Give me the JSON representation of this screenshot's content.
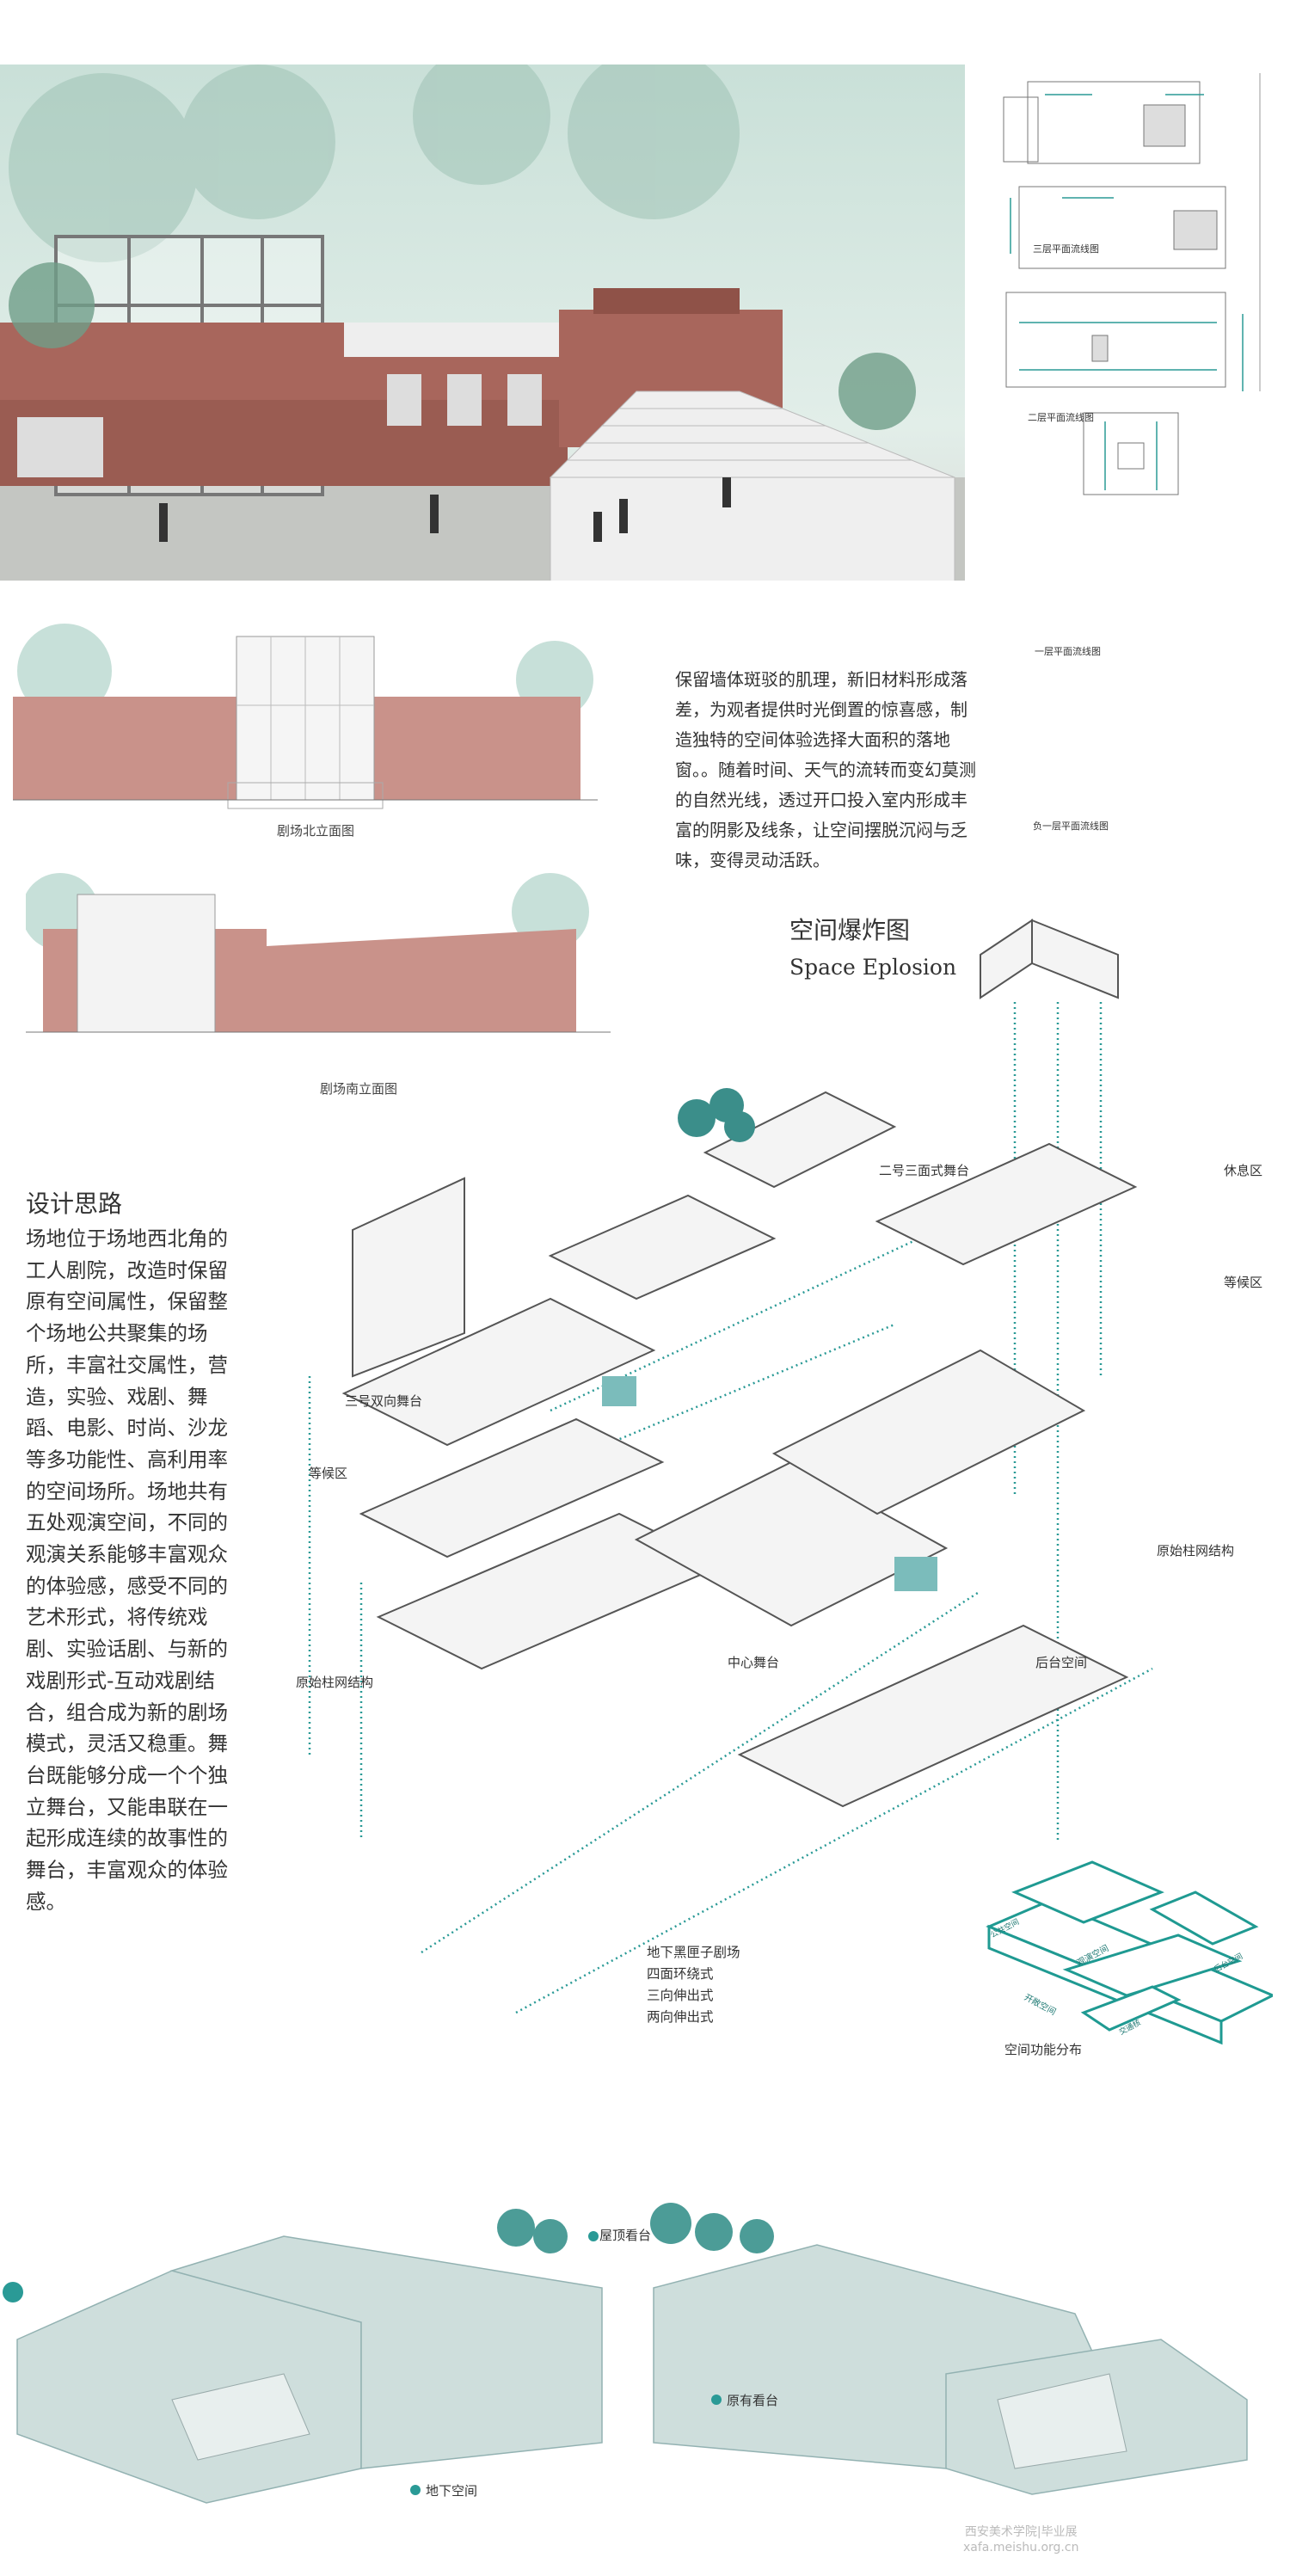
{
  "colors": {
    "accent": "#2a9a96",
    "brick": "#a8665c",
    "mint_sky": "#d3e6df",
    "glass": "#c9dbd9"
  },
  "plans": {
    "third_floor": "三层平面流线图",
    "second_floor": "二层平面流线图",
    "first_floor": "一层平面流线图",
    "basement": "负一层平面流线图"
  },
  "elevations": {
    "north": "剧场北立面图",
    "south": "剧场南立面图"
  },
  "material_text": "保留墙体斑驳的肌理，新旧材料形成落差，为观者提供时光倒置的惊喜感，制造独特的空间体验选择大面积的落地窗。。随着时间、天气的流转而变幻莫测的自然光线，透过开口投入室内形成丰富的阴影及线条，让空间摆脱沉闷与乏味，变得灵动活跃。",
  "explosion": {
    "title_cn": "空间爆炸图",
    "title_en": "Space Eplosion",
    "labels": {
      "stage2": "二号三面式舞台",
      "lounge": "休息区",
      "waiting_right": "等候区",
      "stage3": "三号双向舞台",
      "waiting_left": "等候区",
      "column_grid_right": "原始柱网结构",
      "center_stage": "中心舞台",
      "backstage": "后台空间",
      "column_grid_left": "原始柱网结构"
    },
    "blackbox": [
      "地下黑匣子剧场",
      "四面环绕式",
      "三向伸出式",
      "两向伸出式"
    ]
  },
  "design": {
    "title": "设计思路",
    "text": "场地位于场地西北角的工人剧院，改造时保留原有空间属性，保留整个场地公共聚集的场所，丰富社交属性，营造，实验、戏剧、舞蹈、电影、时尚、沙龙等多功能性、高利用率的空间场所。场地共有五处观演空间，不同的观演关系能够丰富观众的体验感，感受不同的艺术形式，将传统戏剧、实验话剧、与新的戏剧形式-互动戏剧结合，组合成为新的剧场模式，灵活又稳重。舞台既能够分成一个个独立舞台，又能串联在一起形成连续的故事性的舞台，丰富观众的体验感。"
  },
  "function_map": {
    "caption": "空间功能分布",
    "blocks": [
      "开敞空间",
      "观演空间",
      "公共空间",
      "后台空间",
      "交通核"
    ]
  },
  "axonometric": {
    "roof": "屋顶看台",
    "original": "原有看台",
    "underground": "地下空间"
  },
  "watermark": {
    "org": "西安美术学院|毕业展",
    "url": "xafa.meishu.org.cn"
  }
}
